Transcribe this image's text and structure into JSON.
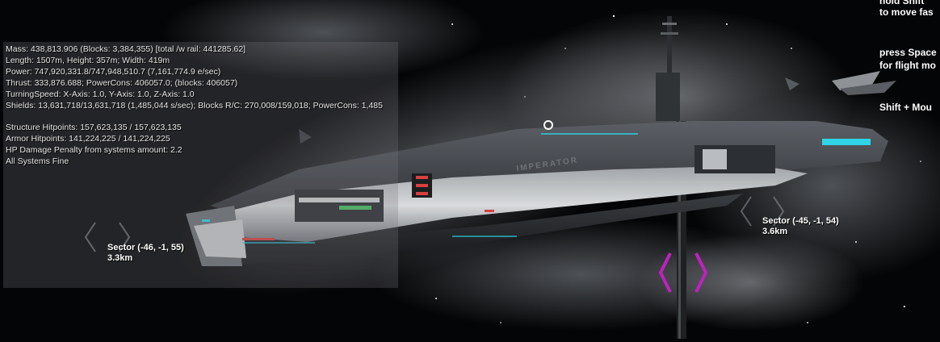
{
  "stats": {
    "mass": "Mass: 438,813.906 (Blocks: 3,384,355) [total /w rail: 441285.62]",
    "dimensions": "Length: 1507m, Height: 357m; Width: 419m",
    "power": "Power: 747,920,331.8/747,948,510.7 (7,161,774.9 e/sec)",
    "thrust": "Thrust: 333,876.688; PowerCons: 406057.0; (blocks: 406057)",
    "turning": "TurningSpeed: X-Axis: 1.0, Y-Axis: 1.0, Z-Axis: 1.0",
    "shields": "Shields: 13,631,718/13,631,718 (1,485,044 s/sec); Blocks R/C: 270,008/159,018; PowerCons: 1,485",
    "structure_hp": "Structure Hitpoints: 157,623,135 / 157,623,135",
    "armor_hp": "Armor Hitpoints: 141,224,225 / 141,224,225",
    "hp_penalty": "HP Damage Penalty from systems amount: 2.2",
    "systems_status": "All Systems Fine"
  },
  "hints": {
    "line1": "hold Shift",
    "line2": "to move fas",
    "line3": "press Space",
    "line4": "for flight mo",
    "line5": "Shift + Mou"
  },
  "sectors": [
    {
      "name": "Sector (-46, -1, 55)",
      "distance": "3.3km"
    },
    {
      "name": "Sector (-45, -1, 54)",
      "distance": "3.6km"
    }
  ],
  "ship": {
    "hull_name": "IMPERATOR"
  },
  "colors": {
    "hud_text": "#e6e6e6",
    "target_marker": "#c020c0",
    "ship_glow": "#2fd4e6",
    "ship_lights": "#d84040"
  },
  "icons": [
    "crosshair-icon",
    "target-bracket-icon",
    "nav-bracket-icon"
  ]
}
